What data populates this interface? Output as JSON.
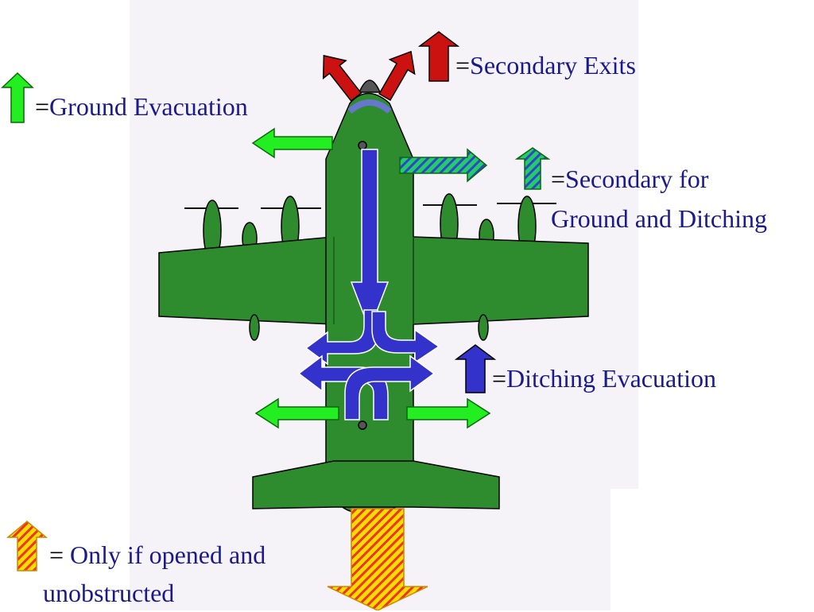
{
  "colors": {
    "ground": "#22ee22",
    "secondary": "#cc1111",
    "ditching": "#3333cc",
    "aircraft": "#2e8b2e",
    "text": "#1a1a8c"
  },
  "legend": {
    "ground": {
      "eq": "=",
      "text": "Ground Evacuation",
      "icon": "green-arrow-icon"
    },
    "secondary": {
      "eq": "=",
      "text": "Secondary Exits",
      "icon": "red-arrow-icon"
    },
    "secondary_ground_ditching": {
      "eq": "=",
      "line1": "Secondary for",
      "line2": "Ground and Ditching",
      "icon": "hatched-green-blue-arrow-icon"
    },
    "ditching": {
      "eq": "=",
      "text": "Ditching Evacuation",
      "icon": "blue-arrow-icon"
    },
    "conditional": {
      "eq": "= ",
      "line1": "Only if opened and",
      "line2": "unobstructed",
      "icon": "hatched-yellow-red-arrow-icon"
    }
  }
}
